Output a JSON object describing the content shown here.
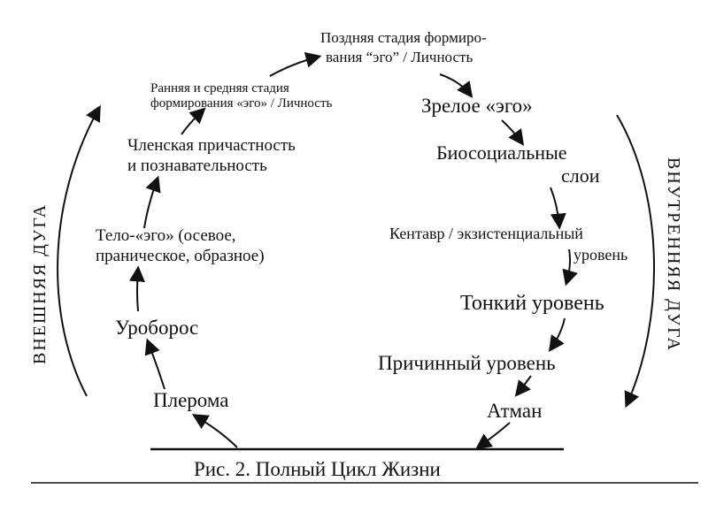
{
  "nodes": {
    "pleroma": "Плерома",
    "uroboros": "Уроборос",
    "body_ego_l1": "Тело-«эго» (осевое,",
    "body_ego_l2": "праническое, образное)",
    "membership_l1": "Членская причастность",
    "membership_l2": "и познавательность",
    "early_ego_l1": "Ранняя и средняя стадия",
    "early_ego_l2": "формирования «эго» / Личность",
    "late_ego_l1": "Поздняя стадия формиро-",
    "late_ego_l2": "вания “эго” / Личность",
    "mature_ego": "Зрелое «эго»",
    "biosocial_l1": "Биосоциальные",
    "biosocial_l2": "слои",
    "centaur_l1": "Кентавр / экзистенциальный",
    "centaur_l2": "уровень",
    "subtle": "Тонкий уровень",
    "causal": "Причинный уровень",
    "atman": "Атман"
  },
  "arcs": {
    "outer": "ВНЕШНЯЯ ДУГА",
    "inner": "ВНУТРЕННЯЯ ДУГА"
  },
  "caption": "Рис. 2. Полный Цикл Жизни"
}
